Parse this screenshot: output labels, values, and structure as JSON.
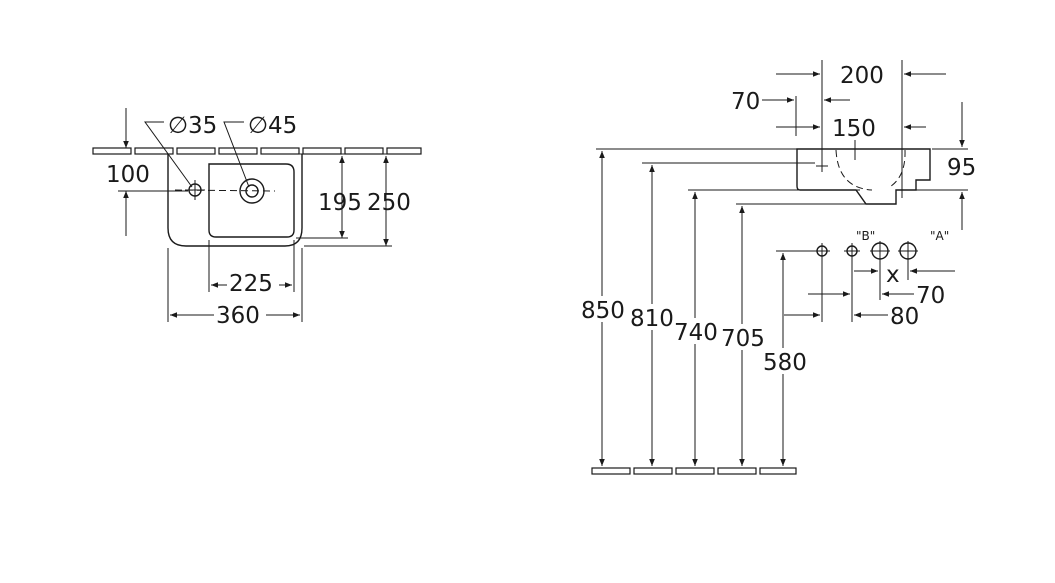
{
  "top_view": {
    "dim_hole_small": "∅35",
    "dim_hole_large": "∅45",
    "dim_100": "100",
    "dim_195": "195",
    "dim_250": "250",
    "dim_225": "225",
    "dim_360": "360"
  },
  "side_view": {
    "dim_200": "200",
    "dim_70_top": "70",
    "dim_150": "150",
    "dim_95": "95",
    "dim_850": "850",
    "dim_810": "810",
    "dim_740": "740",
    "dim_705": "705",
    "dim_580": "580",
    "label_b": "\"B\"",
    "label_a": "\"A\"",
    "label_x": "x",
    "dim_70_bottom": "70",
    "dim_80": "80"
  }
}
